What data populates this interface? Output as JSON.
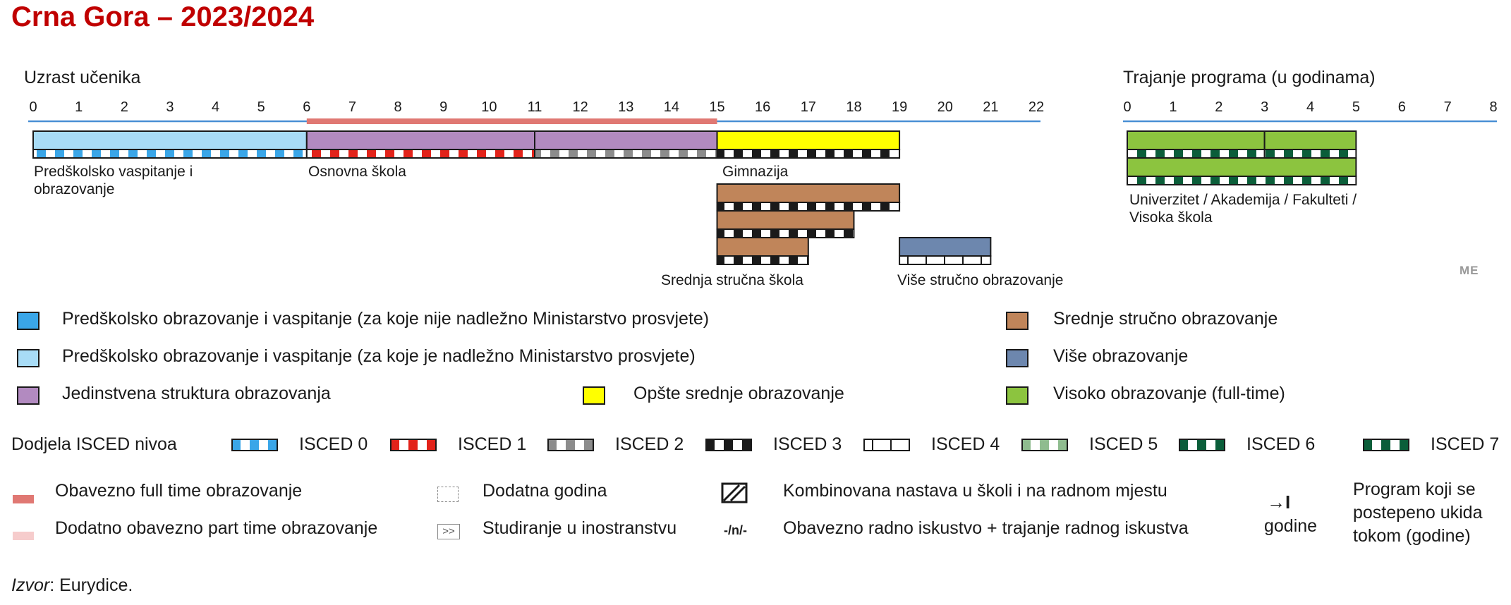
{
  "title": "Crna Gora – 2023/2024",
  "age_axis": {
    "label": "Uzrast učenika",
    "ticks": [
      "0",
      "1",
      "2",
      "3",
      "4",
      "5",
      "6",
      "7",
      "8",
      "9",
      "10",
      "11",
      "12",
      "13",
      "14",
      "15",
      "16",
      "17",
      "18",
      "19",
      "20",
      "21",
      "22"
    ],
    "compulsory_from": 6,
    "compulsory_to": 15
  },
  "duration_axis": {
    "label": "Trajanje programa (u godinama)",
    "ticks": [
      "0",
      "1",
      "2",
      "3",
      "4",
      "5",
      "6",
      "7",
      "8"
    ]
  },
  "colors": {
    "preschool_non_ministry": "#3aa6e8",
    "preschool_ministry": "#a8dcf6",
    "single_structure": "#b28ac0",
    "general_secondary": "#ffff00",
    "vocational_secondary": "#c0855a",
    "post_secondary": "#6d87ae",
    "higher": "#8cc43f",
    "compulsory_full": "#e07873",
    "compulsory_part": "#f6cccc",
    "axis": "#4a8fd4"
  },
  "programmes": {
    "preschool_label": "Predškolsko vaspitanje i obrazovanje",
    "preschool_label_line1": "Predškolsko vaspitanje i",
    "preschool_label_line2": "obrazovanje",
    "primary_label": "Osnovna škola",
    "gymnasium_label": "Gimnazija",
    "vocational_label": "Srednja stručna škola",
    "post_secondary_label": "Više stručno obrazovanje",
    "university_label": "Univerzitet / Akademija / Fakulteti / Visoka škola",
    "university_label_line1": "Univerzitet / Akademija / Fakulteti /",
    "university_label_line2": "Visoka škola",
    "country_code": "ME"
  },
  "bars": [
    {
      "name": "preschool",
      "from": 0,
      "to": 6,
      "row": 0,
      "isced": 0,
      "color": "preschool_ministry"
    },
    {
      "name": "primary-isced1",
      "from": 6,
      "to": 11,
      "row": 0,
      "isced": 1,
      "color": "single_structure"
    },
    {
      "name": "primary-isced2",
      "from": 11,
      "to": 15,
      "row": 0,
      "isced": 2,
      "color": "single_structure"
    },
    {
      "name": "gymnasium",
      "from": 15,
      "to": 19,
      "row": 0,
      "isced": 3,
      "color": "general_secondary"
    },
    {
      "name": "vocational-4y",
      "from": 15,
      "to": 19,
      "row": 1,
      "isced": 3,
      "color": "vocational_secondary"
    },
    {
      "name": "vocational-3y",
      "from": 15,
      "to": 18,
      "row": 2,
      "isced": 3,
      "color": "vocational_secondary"
    },
    {
      "name": "vocational-2y",
      "from": 15,
      "to": 17,
      "row": 3,
      "isced": 3,
      "color": "vocational_secondary"
    },
    {
      "name": "post-secondary",
      "from": 19,
      "to": 21,
      "row": 3,
      "isced": 4,
      "color": "post_secondary"
    }
  ],
  "duration_bars": [
    {
      "name": "bachelor",
      "from": 0,
      "to": 3,
      "row": 0,
      "isced": 6,
      "color": "higher"
    },
    {
      "name": "master",
      "from": 3,
      "to": 5,
      "row": 0,
      "isced": 7,
      "color": "higher"
    },
    {
      "name": "integrated-master",
      "from": 0,
      "to": 5,
      "row": 1,
      "isced": 7,
      "color": "higher"
    }
  ],
  "legend": {
    "preschool_non_ministry": "Predškolsko obrazovanje i vaspitanje  (za koje nije nadležno Ministarstvo prosvjete)",
    "preschool_ministry": "Predškolsko obrazovanje i vaspitanje (za koje je nadležno Ministarstvo prosvjete)",
    "single_structure": "Jedinstvena struktura obrazovanja",
    "general_secondary": "Opšte srednje obrazovanje",
    "vocational_secondary": "Srednje stručno obrazovanje",
    "post_secondary": "Više obrazovanje",
    "higher": "Visoko obrazovanje (full-time)"
  },
  "isced": {
    "heading": "Dodjela  ISCED nivoa",
    "levels": [
      {
        "label": "ISCED 0",
        "color": "#3aa6e8",
        "alt": "#ffffff"
      },
      {
        "label": "ISCED 1",
        "color": "#e2231a",
        "alt": "#ffffff"
      },
      {
        "label": "ISCED 2",
        "color": "#8c8c8c",
        "alt": "#ffffff"
      },
      {
        "label": "ISCED 3",
        "color": "#1a1a1a",
        "alt": "#ffffff"
      },
      {
        "label": "ISCED 4",
        "color": "#ffffff",
        "alt": "#1a1a1a"
      },
      {
        "label": "ISCED 5",
        "color": "#8fbc8f",
        "alt": "#ffffff"
      },
      {
        "label": "ISCED 6",
        "color": "#0b5e3a",
        "alt": "#ffffff"
      },
      {
        "label": "ISCED 7",
        "color": "#0b5e3a",
        "alt": "#ffffff"
      }
    ]
  },
  "notes": {
    "compulsory_full": "Obavezno  full time obrazovanje",
    "compulsory_part": "Dodatno obavezno part time obrazovanje",
    "extra_year": "Dodatna godina",
    "study_abroad": "Studiranje u inostranstvu",
    "study_abroad_symbol": ">>",
    "combined": "Kombinovana nastava u školi i na radnom mjestu",
    "work_experience": "Obavezno radno iskustvo + trajanje radnog iskustva",
    "work_experience_symbol": "-/n/-",
    "phase_out_symbol": "→I",
    "phase_out_unit": "godine",
    "phase_out_line1": "Program koji se",
    "phase_out_line2": "postepeno ukida",
    "phase_out_line3": "tokom (godine)"
  },
  "source_prefix": "Izvor",
  "source_text": ": Eurydice."
}
